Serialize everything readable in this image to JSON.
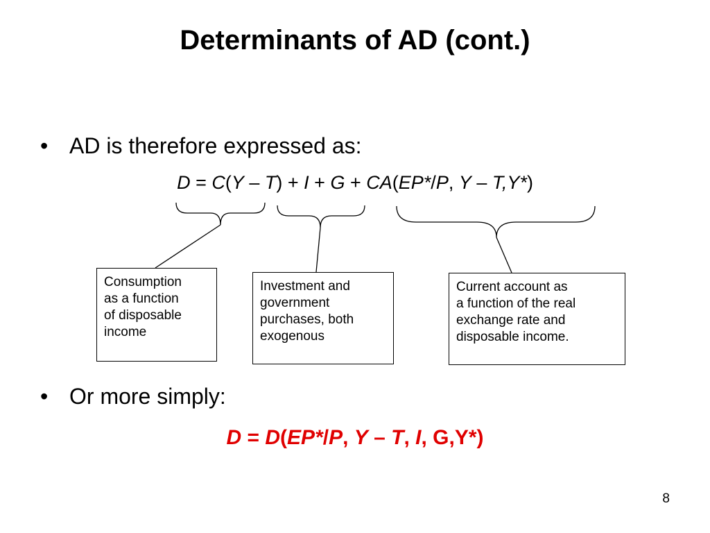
{
  "slide": {
    "title": "Determinants of AD (cont.)",
    "bullet_marker": "•",
    "bullet1": "AD is therefore expressed as:",
    "bullet2": "Or more simply:",
    "page_number": "8"
  },
  "equation1": {
    "parts": [
      "D",
      " = ",
      "C",
      "(",
      "Y",
      " – ",
      "T",
      ") + ",
      "I",
      " + ",
      "G",
      " + ",
      "CA",
      "(",
      "EP*",
      "/",
      "P",
      ", ",
      "Y",
      " – ",
      "T,Y*",
      ")"
    ]
  },
  "equation2": {
    "parts": [
      "D",
      " = ",
      "D",
      "(",
      "EP*",
      "/",
      "P",
      ", ",
      "Y",
      " – ",
      "T",
      ", ",
      "I",
      ", ",
      "G,Y*)"
    ],
    "color": "#e00000"
  },
  "boxes": {
    "consumption": [
      "Consumption",
      "as a function",
      "of disposable",
      "income"
    ],
    "investment": [
      "Investment and",
      "government",
      "purchases, both",
      "exogenous"
    ],
    "current_account": [
      "Current account as",
      "a function of the real",
      "exchange rate and",
      "disposable income."
    ]
  }
}
